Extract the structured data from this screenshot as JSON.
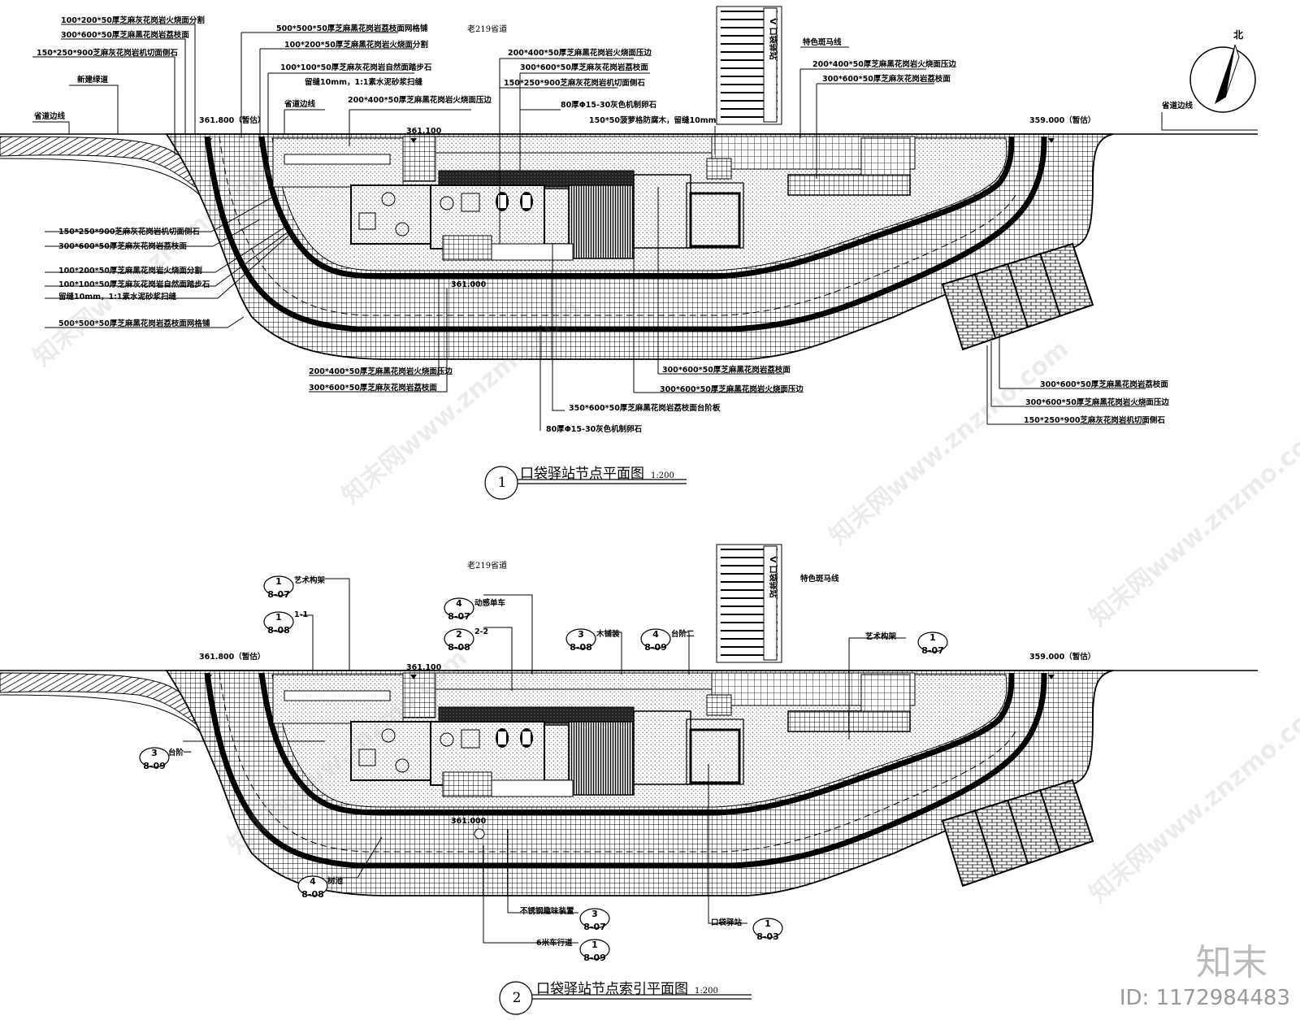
{
  "plan1": {
    "road_label": "老219省道",
    "elev_left": "361.800（暂估）",
    "elev_mid": "361.100",
    "elev_right": "359.000（暂估）",
    "elev_lower": "361.000",
    "title_num": "1",
    "title": "口袋驿站节点平面图",
    "scale": "1:200",
    "callouts_top_left": [
      "100*200*50厚芝麻灰花岗岩火烧面分割",
      "300*600*50厚芝麻黑花岗岩荔枝面",
      "150*250*900芝麻灰花岗岩机切面侧石",
      "新建绿道",
      "省道边线"
    ],
    "callouts_top_mid": [
      "500*500*50厚芝麻黑花岗岩荔枝面网格铺",
      "100*200*50厚芝麻黑花岗岩火烧面分割",
      "100*100*50厚芝麻灰花岗岩自然面踏步石",
      "留缝10mm，1:1素水泥砂浆扫缝",
      "省道边线",
      "200*400*50厚芝麻黑花岗岩火烧面压边"
    ],
    "callouts_top_center": [
      "200*400*50厚芝麻黑花岗岩火烧面压边",
      "300*600*50厚芝麻灰花岗岩荔枝面",
      "150*250*900芝麻灰花岗岩机切面侧石",
      "80厚Φ15-30灰色机制卵石",
      "150*50菠萝格防腐木，留缝10mm"
    ],
    "callouts_top_right": [
      "特色斑马线",
      "200*400*50厚芝麻黑花岗岩火烧面压边",
      "300*600*50厚芝麻灰花岗岩荔枝面",
      "省道边线"
    ],
    "callouts_left": [
      "150*250*900芝麻灰花岗岩机切面侧石",
      "300*600*50厚芝麻灰花岗岩荔枝面",
      "100*200*50厚芝麻黑花岗岩火烧面分割",
      "100*100*50厚芝麻灰花岗岩自然面踏步石",
      "留缝10mm，1:1素水泥砂浆扫缝",
      "500*500*50厚芝麻黑花岗岩荔枝面网格铺"
    ],
    "callouts_bottom": [
      "200*400*50厚芝麻黑花岗岩火烧面压边",
      "300*600*50厚芝麻灰花岗岩荔枝面",
      "350*600*50厚芝麻黑花岗岩荔枝面台阶板",
      "80厚Φ15-30灰色机制卵石",
      "300*600*50厚芝麻黑花岗岩荔枝面",
      "300*600*50厚芝麻黑花岗岩火烧面压边"
    ],
    "callouts_bottom_right": [
      "300*600*50厚芝麻黑花岗岩荔枝面",
      "300*600*50厚芝麻黑花岗岩火烧面压边",
      "150*250*900芝麻灰花岗岩机切面侧石"
    ],
    "north_label": "北"
  },
  "plan2": {
    "road_label": "老219省道",
    "elev_left": "361.800（暂估）",
    "elev_mid": "361.100",
    "elev_right": "359.000（暂估）",
    "elev_lower": "361.000",
    "title_num": "2",
    "title": "口袋驿站节点索引平面图",
    "scale": "1:200",
    "crosswalk_label": "特色斑马线",
    "refs": [
      {
        "num": "1",
        "sheet": "8-07",
        "label": "艺术构架"
      },
      {
        "num": "1",
        "sheet": "8-08",
        "label": "1-1"
      },
      {
        "num": "4",
        "sheet": "8-07",
        "label": "动感单车"
      },
      {
        "num": "2",
        "sheet": "8-08",
        "label": "2-2"
      },
      {
        "num": "3",
        "sheet": "8-08",
        "label": "木铺装"
      },
      {
        "num": "4",
        "sheet": "8-09",
        "label": "台阶二"
      },
      {
        "num": "1",
        "sheet": "8-07",
        "label": "艺术构架"
      },
      {
        "num": "3",
        "sheet": "8-09",
        "label": "台阶一"
      },
      {
        "num": "4",
        "sheet": "8-08",
        "label": "树池"
      },
      {
        "num": "3",
        "sheet": "8-07",
        "label": "不锈钢趣味装置"
      },
      {
        "num": "1",
        "sheet": "8-09",
        "label": "6米车行道"
      },
      {
        "num": "1",
        "sheet": "8-03",
        "label": "口袋驿站"
      }
    ]
  },
  "watermark": "知末网www.znzmo.com",
  "brand": "知末",
  "image_id": "ID: 1172984483"
}
